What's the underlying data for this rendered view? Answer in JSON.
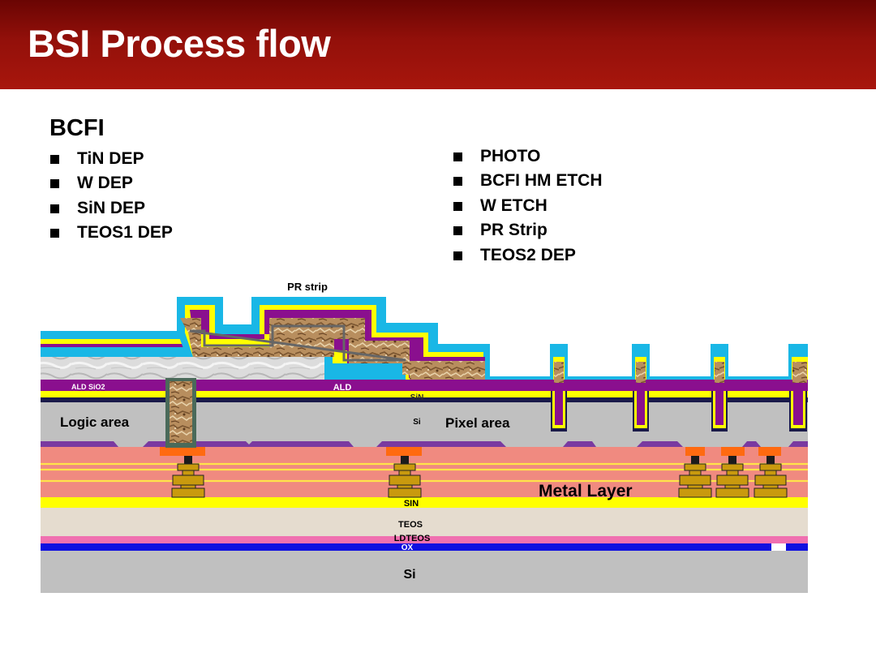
{
  "slide": {
    "title": "BSI Process flow",
    "section": "BCFI",
    "steps_left": [
      "TiN DEP",
      "W DEP",
      "SiN DEP",
      "TEOS1 DEP"
    ],
    "steps_right": [
      "PHOTO",
      "BCFI HM ETCH",
      "W ETCH",
      "PR Strip",
      "TEOS2 DEP"
    ]
  },
  "diagram": {
    "labels": {
      "pr_strip": "PR strip",
      "ald_sio2": "ALD SiO2",
      "ald": "ALD",
      "sin_top": "SiN",
      "logic_area": "Logic area",
      "si_mid": "Si",
      "pixel_area": "Pixel area",
      "metal_layer": "Metal Layer",
      "sin_bottom": "SIN",
      "teos": "TEOS",
      "ldteos": "LDTEOS",
      "ox": "OX",
      "si_bottom": "Si"
    },
    "colors": {
      "header_red": "#a8160d",
      "teos_cyan": "#19b7e6",
      "sin_yellow": "#ffff00",
      "ald_purple": "#8a0f8e",
      "tungsten_brown": "#b08a5a",
      "si_gray": "#c0c0c0",
      "metal_salmon": "#f08a80",
      "via_gold": "#c99a0e",
      "pad_orange": "#ff6a10",
      "teos_beige": "#e5dccf",
      "ldteos_pink": "#f070b0",
      "ox_blue": "#1010e0"
    }
  }
}
